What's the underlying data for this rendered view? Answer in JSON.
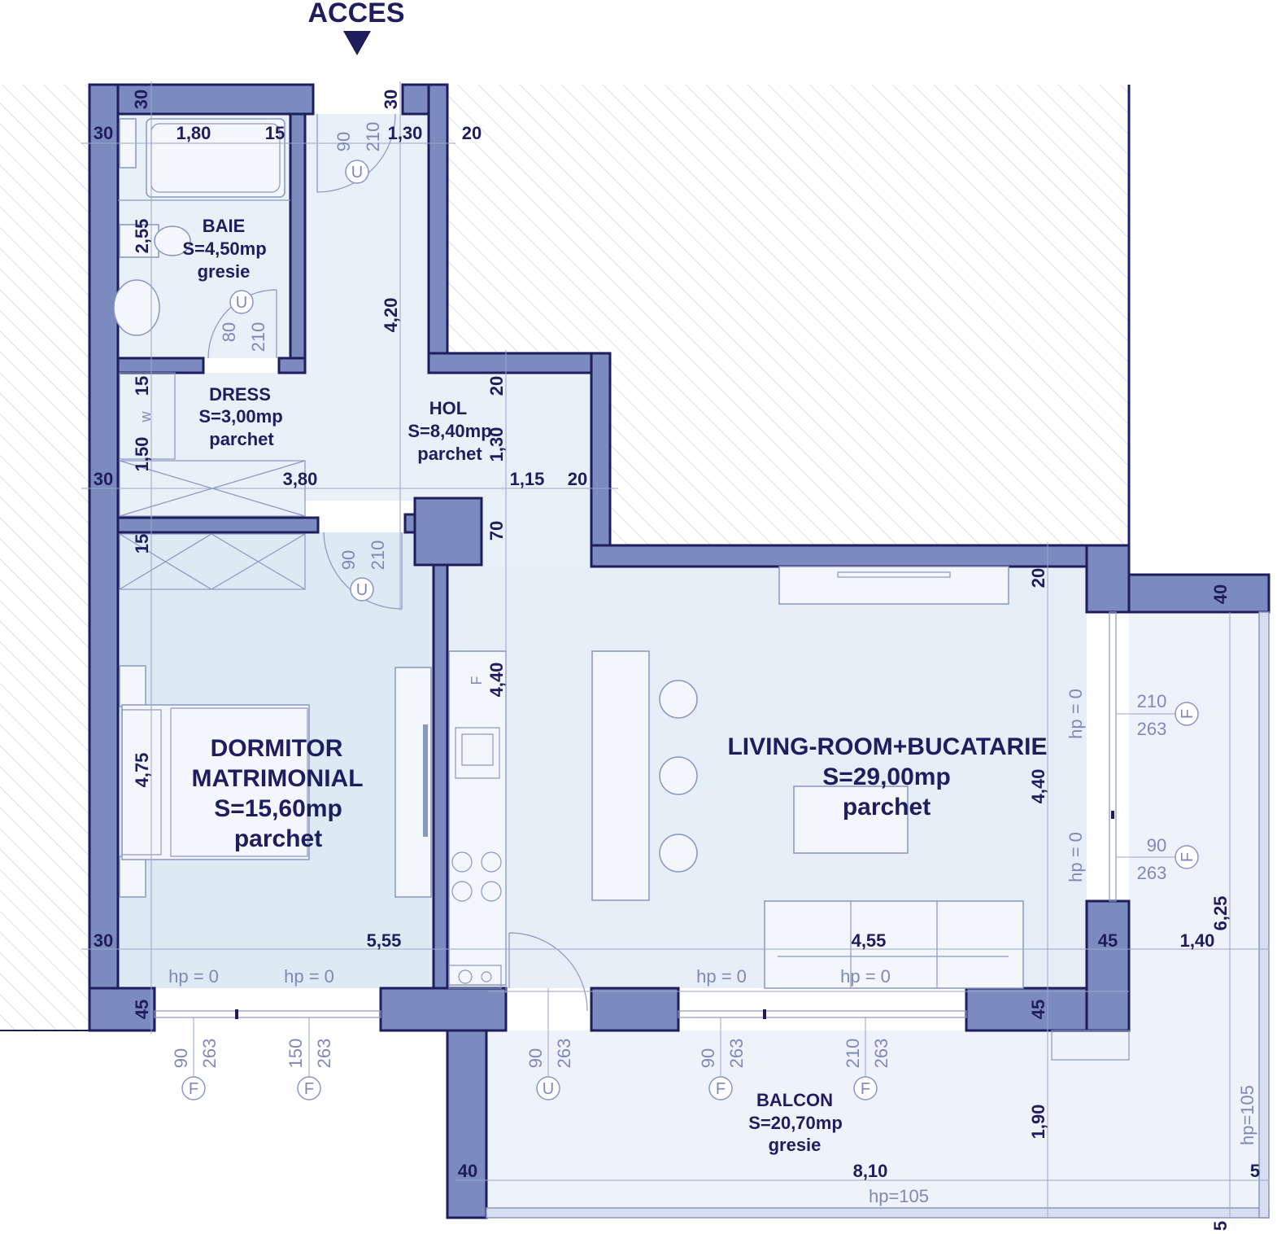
{
  "title": "ACCES",
  "rooms": {
    "baie": {
      "name": "BAIE",
      "area": "S=4,50mp",
      "floor": "gresie"
    },
    "dress": {
      "name": "DRESS",
      "area": "S=3,00mp",
      "floor": "parchet"
    },
    "hol": {
      "name": "HOL",
      "area": "S=8,40mp",
      "floor": "parchet"
    },
    "dormitor": {
      "name1": "DORMITOR",
      "name2": "MATRIMONIAL",
      "area": "S=15,60mp",
      "floor": "parchet"
    },
    "living": {
      "name": "LIVING-ROOM+BUCATARIE",
      "area": "S=29,00mp",
      "floor": "parchet"
    },
    "balcon": {
      "name": "BALCON",
      "area": "S=20,70mp",
      "floor": "gresie"
    }
  },
  "dims": {
    "d30a": "30",
    "d30b": "30",
    "d30c": "30",
    "d30d": "30",
    "d30e": "30",
    "d180": "1,80",
    "d15a": "15",
    "d130a": "1,30",
    "d20a": "20",
    "d255": "2,55",
    "d420": "4,20",
    "d15b": "15",
    "d150": "1,50",
    "d380": "3,80",
    "d115": "1,15",
    "d20b": "20",
    "d20c": "20",
    "d130b": "1,30",
    "d15c": "15",
    "d70": "70",
    "d440a": "4,40",
    "d475": "4,75",
    "d20d": "20",
    "d40a": "40",
    "d440b": "4,40",
    "d555": "5,55",
    "d455": "4,55",
    "d45a": "45",
    "d140": "1,40",
    "d625": "6,25",
    "d45b": "45",
    "d45c": "45",
    "d190": "1,90",
    "d40b": "40",
    "d810": "8,10",
    "d5a": "5",
    "d5b": "5"
  },
  "openings": {
    "u1w": "90",
    "u1h": "210",
    "u1s": "U",
    "u2w": "80",
    "u2h": "210",
    "u2s": "U",
    "u3w": "90",
    "u3h": "210",
    "u3s": "U",
    "f1w": "210",
    "f1h": "263",
    "f1s": "F",
    "f2w": "90",
    "f2h": "263",
    "f2s": "F",
    "w1w": "90",
    "w1h": "263",
    "w1s": "F",
    "w2w": "150",
    "w2h": "263",
    "w2s": "F",
    "w3w": "90",
    "w3h": "263",
    "w3s": "U",
    "w4w": "90",
    "w4h": "263",
    "w4s": "F",
    "w5w": "210",
    "w5h": "263",
    "w5s": "F"
  },
  "sill": {
    "hp1": "hp =  0",
    "hp2": "hp =  0",
    "hp3": "hp =  0",
    "hp4": "hp =  0",
    "hp5": "hp = 0",
    "hp6": "hp = 0",
    "hp105a": "hp=105",
    "hp105b": "hp=105"
  },
  "marks": {
    "w": "w",
    "f": "F"
  },
  "colors": {
    "ink": "#1e1e5e",
    "wall": "#7b8bbf",
    "floor": "#e3eef7",
    "hatch": "#c8d0e2"
  }
}
